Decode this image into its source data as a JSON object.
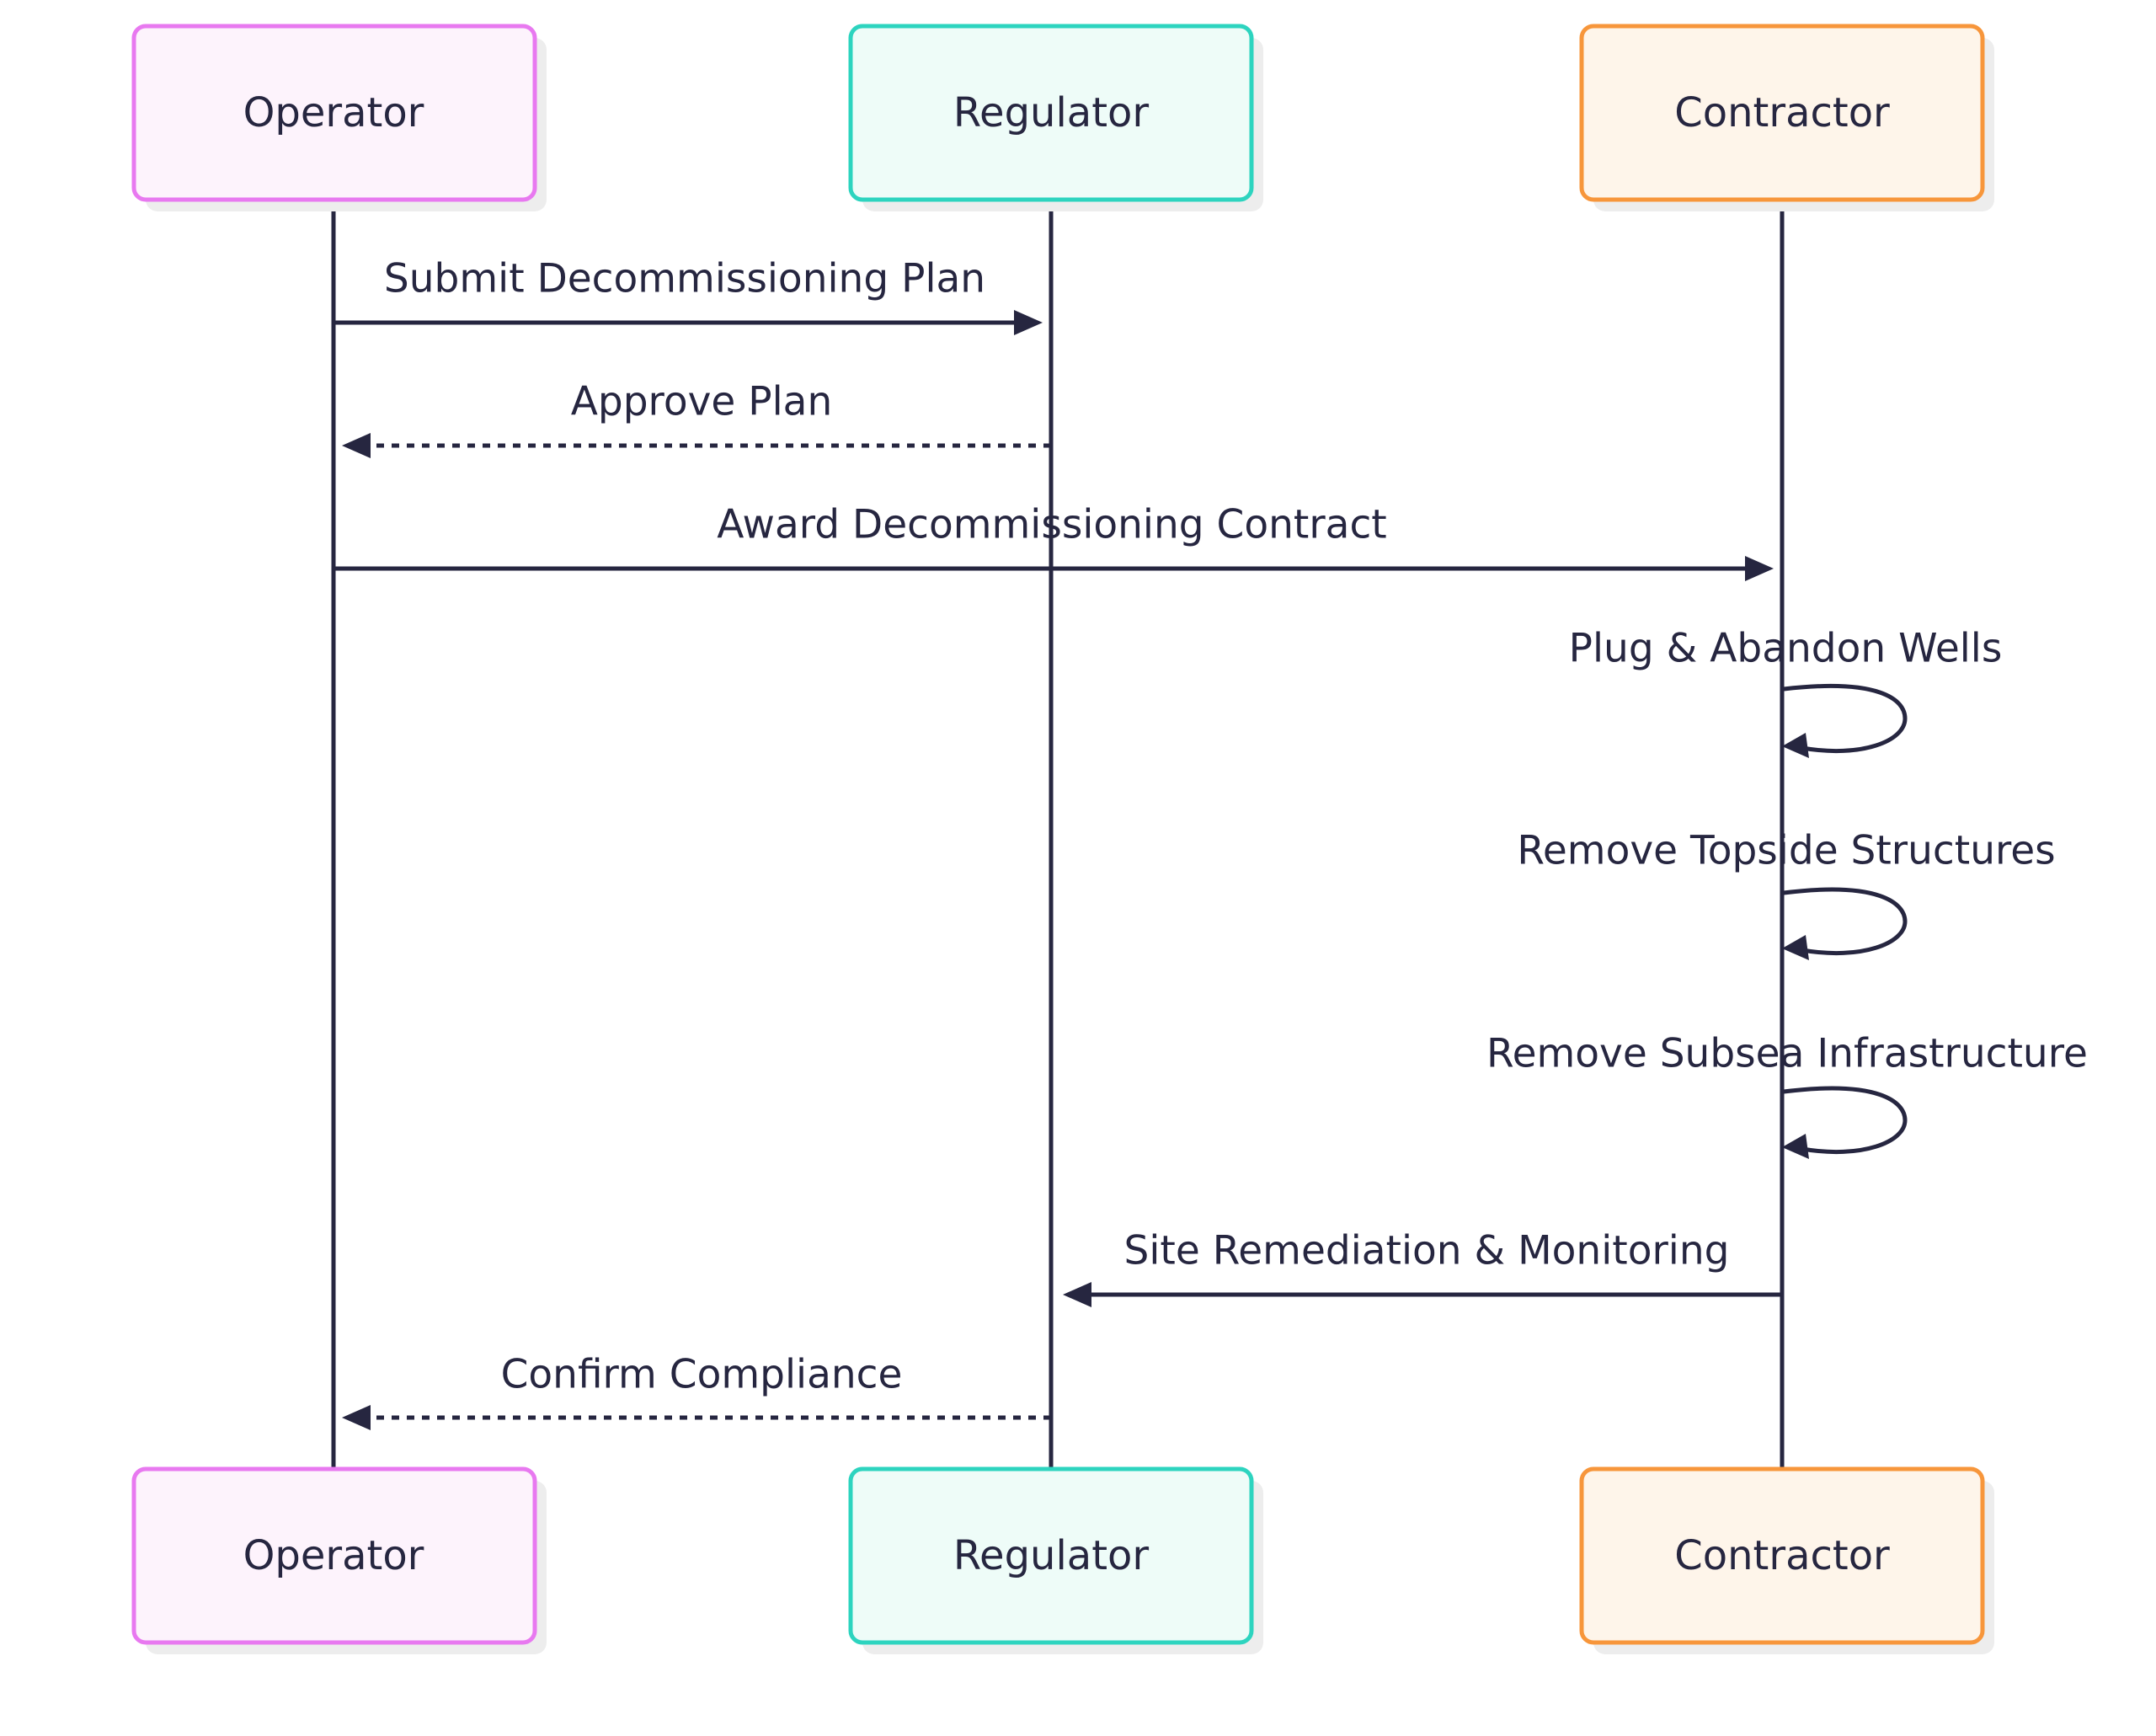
{
  "participants": [
    {
      "name": "Operator",
      "border_color": "#E879F0",
      "fill_color": "#FDF3FC"
    },
    {
      "name": "Regulator",
      "border_color": "#2DD4BF",
      "fill_color": "#EEFCF8"
    },
    {
      "name": "Contractor",
      "border_color": "#F7963B",
      "fill_color": "#FEF5EA"
    }
  ],
  "line_color": "#262640",
  "messages": [
    {
      "from": "Operator",
      "to": "Regulator",
      "text": "Submit Decommissioning Plan",
      "style": "solid"
    },
    {
      "from": "Regulator",
      "to": "Operator",
      "text": "Approve Plan",
      "style": "dashed"
    },
    {
      "from": "Operator",
      "to": "Contractor",
      "text": "Award Decommissioning Contract",
      "style": "solid"
    },
    {
      "from": "Contractor",
      "to": "Contractor",
      "text": "Plug & Abandon Wells",
      "style": "solid"
    },
    {
      "from": "Contractor",
      "to": "Contractor",
      "text": "Remove Topside Structures",
      "style": "solid"
    },
    {
      "from": "Contractor",
      "to": "Contractor",
      "text": "Remove Subsea Infrastructure",
      "style": "solid"
    },
    {
      "from": "Contractor",
      "to": "Regulator",
      "text": "Site Remediation & Monitoring",
      "style": "solid"
    },
    {
      "from": "Regulator",
      "to": "Operator",
      "text": "Confirm Compliance",
      "style": "dashed"
    }
  ]
}
